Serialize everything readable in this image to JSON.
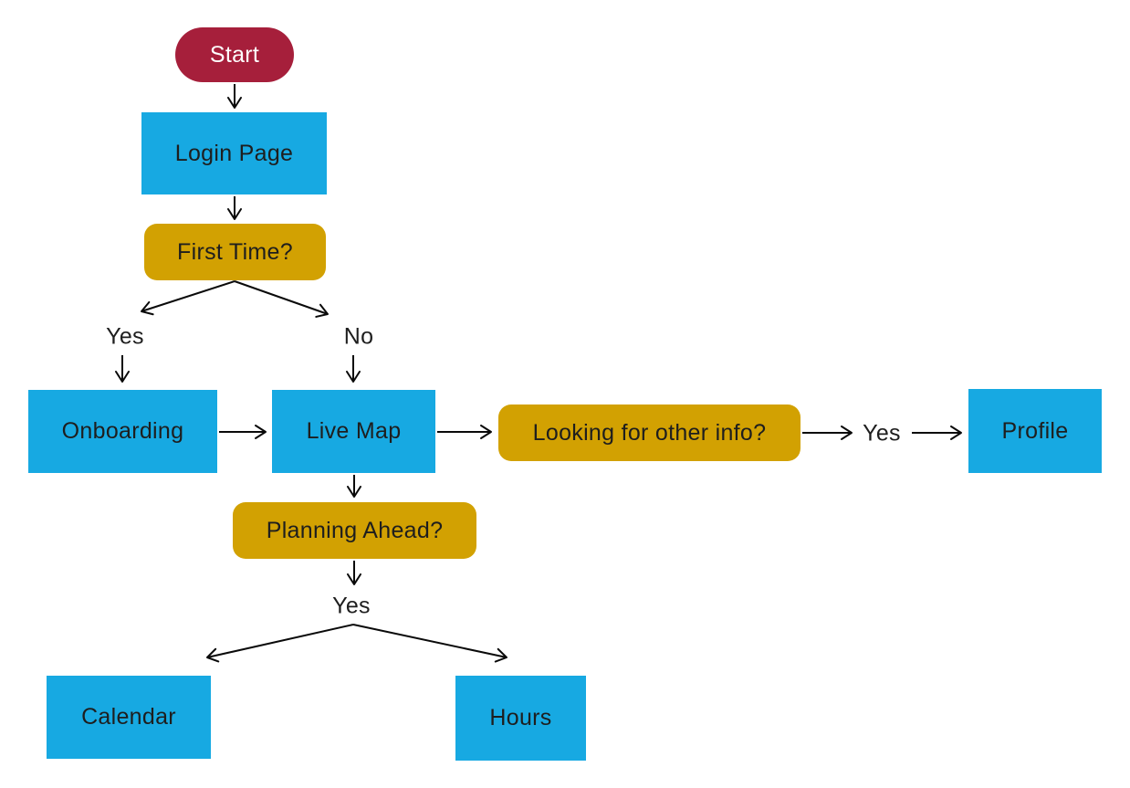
{
  "diagram": {
    "type": "flowchart",
    "colors": {
      "terminator_fill": "#A61F3B",
      "process_fill": "#17A9E2",
      "decision_fill": "#D2A102",
      "terminator_text": "#ffffff",
      "node_text": "#1e1e1e",
      "line": "#0a0a0a",
      "background": "#ffffff"
    },
    "nodes": [
      {
        "id": "start",
        "type": "terminator",
        "label": "Start"
      },
      {
        "id": "login",
        "type": "process",
        "label": "Login Page"
      },
      {
        "id": "first-time",
        "type": "decision",
        "label": "First Time?"
      },
      {
        "id": "onboarding",
        "type": "process",
        "label": "Onboarding"
      },
      {
        "id": "live-map",
        "type": "process",
        "label": "Live Map"
      },
      {
        "id": "looking",
        "type": "decision",
        "label": "Looking for other info?"
      },
      {
        "id": "profile",
        "type": "process",
        "label": "Profile"
      },
      {
        "id": "planning",
        "type": "decision",
        "label": "Planning Ahead?"
      },
      {
        "id": "calendar",
        "type": "process",
        "label": "Calendar"
      },
      {
        "id": "hours",
        "type": "process",
        "label": "Hours"
      }
    ],
    "edge_labels": {
      "first_time_yes": "Yes",
      "first_time_no": "No",
      "looking_yes": "Yes",
      "planning_yes": "Yes"
    },
    "edges": [
      {
        "from": "start",
        "to": "login"
      },
      {
        "from": "login",
        "to": "first-time"
      },
      {
        "from": "first-time",
        "to": "onboarding",
        "label": "Yes"
      },
      {
        "from": "first-time",
        "to": "live-map",
        "label": "No"
      },
      {
        "from": "onboarding",
        "to": "live-map"
      },
      {
        "from": "live-map",
        "to": "looking"
      },
      {
        "from": "looking",
        "to": "profile",
        "label": "Yes"
      },
      {
        "from": "live-map",
        "to": "planning"
      },
      {
        "from": "planning",
        "to": "calendar",
        "label": "Yes"
      },
      {
        "from": "planning",
        "to": "hours",
        "label": "Yes"
      }
    ]
  }
}
